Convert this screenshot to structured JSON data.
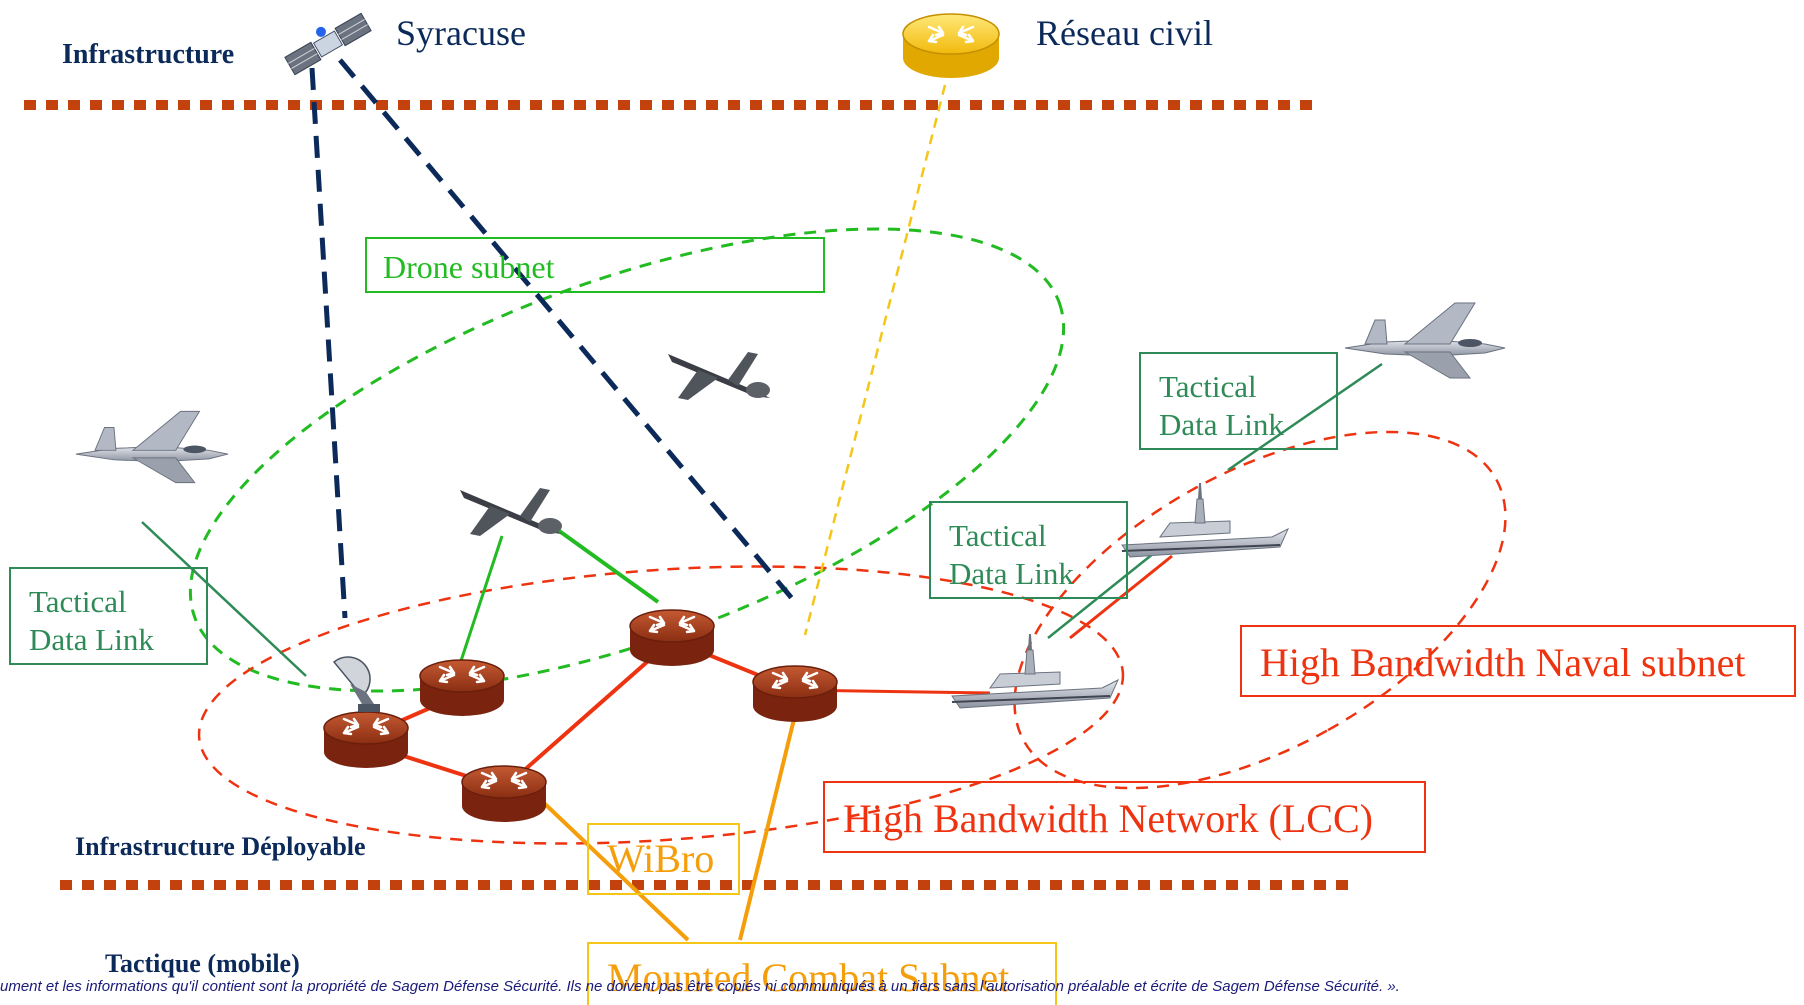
{
  "layers": {
    "infrastructure": "Infrastructure",
    "deployable": "Infrastructure  Déployable",
    "tactical": "Tactique (mobile)"
  },
  "nodes": {
    "satellite": "Syracuse",
    "civil_router": "Réseau civil"
  },
  "subnets": {
    "drone": "Drone subnet",
    "tdl_left_line1": "Tactical",
    "tdl_left_line2": "Data Link",
    "tdl_mid_line1": "Tactical",
    "tdl_mid_line2": "Data Link",
    "tdl_right_line1": "Tactical",
    "tdl_right_line2": "Data Link",
    "naval": "High Bandwidth Naval subnet",
    "lcc": "High Bandwidth Network (LCC)",
    "wibro": "WiBro",
    "mounted": "Mounted Combat Subnet"
  },
  "footer": "ument et les informations qu'il contient sont la propriété de Sagem Défense Sécurité. Ils ne doivent pas être copiés ni communiqués à un tiers sans l'autorisation préalable et écrite de Sagem Défense Sécurité.  ».",
  "colors": {
    "layer_text": "#0b2a5a",
    "separator": "#c2410c",
    "satellite_link": "#0b2a5a",
    "civil_link": "#f5c518",
    "drone_green": "#22bb22",
    "tdl_teal": "#2e8b57",
    "red_link": "#ee3311",
    "orange_link": "#f59e0b",
    "router_fill": "#a0381a",
    "wibro_box": "#f5c518"
  }
}
